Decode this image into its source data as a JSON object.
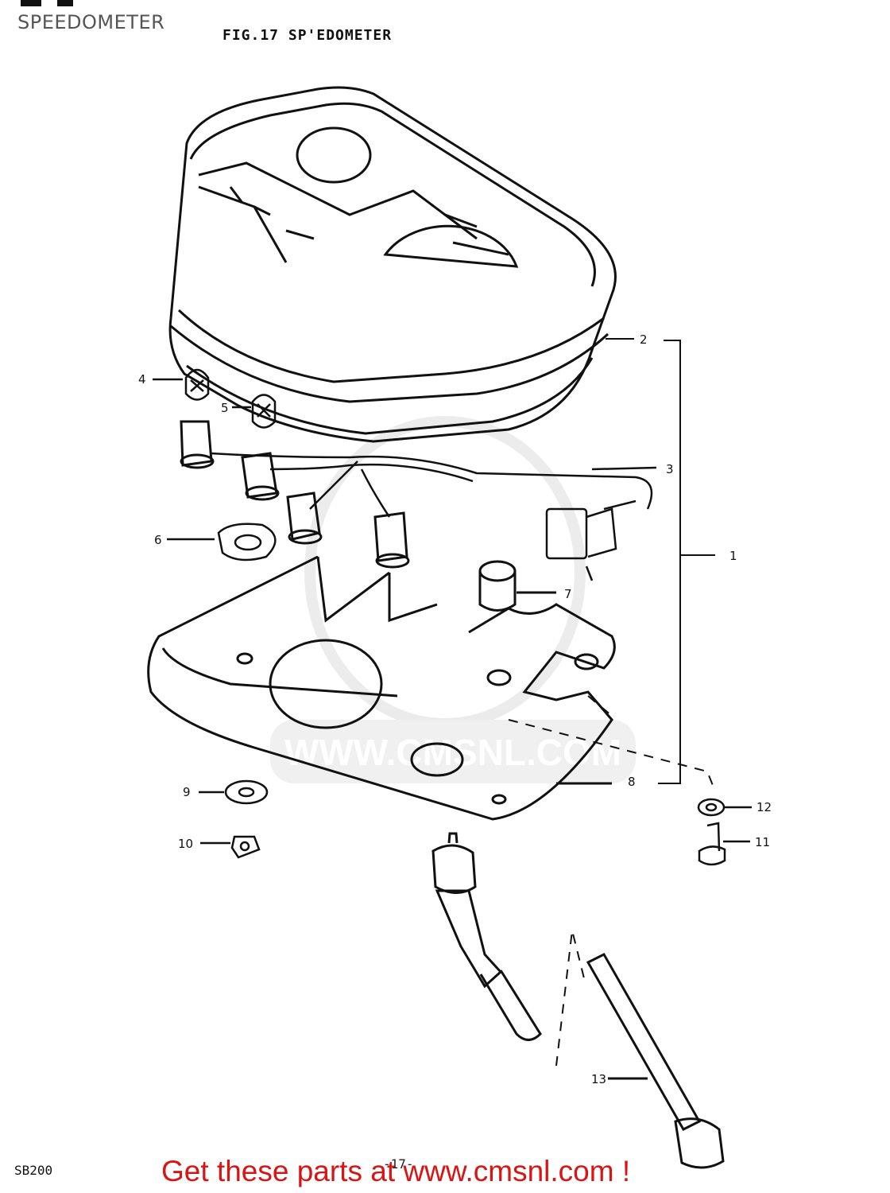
{
  "page": {
    "title": "SPEEDOMETER",
    "figure_title": "FIG.17  SP'EDOMETER",
    "footer_code": "SB200",
    "page_number": "-17-",
    "promo_link": "Get these parts at www.cmsnl.com !",
    "promo_color": "#d81414"
  },
  "watermark": {
    "text": "WWW.CMSNL.COM"
  },
  "callouts": [
    {
      "number": "1"
    },
    {
      "number": "2"
    },
    {
      "number": "3"
    },
    {
      "number": "4"
    },
    {
      "number": "5"
    },
    {
      "number": "6"
    },
    {
      "number": "7"
    },
    {
      "number": "8"
    },
    {
      "number": "9"
    },
    {
      "number": "10"
    },
    {
      "number": "11"
    },
    {
      "number": "12"
    },
    {
      "number": "13"
    }
  ]
}
